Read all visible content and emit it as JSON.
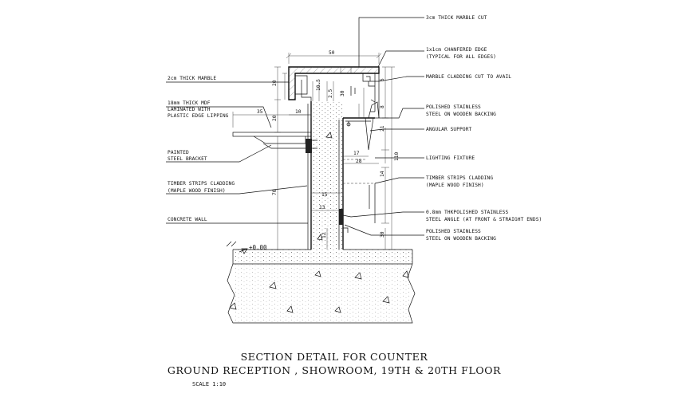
{
  "callouts_right": {
    "marble_cut": "3cm THICK MARBLE CUT",
    "chamfer_1": "1x1cm CHANFERED EDGE",
    "chamfer_2": "(TYPICAL FOR ALL EDGES)",
    "cladding_cut": "MARBLE CLADDING CUT TO AVAIL",
    "polished_1a": "POLISHED STAINLESS",
    "polished_1b": "STEEL ON WOODEN BACKING",
    "angular": "ANGULAR SUPPORT",
    "lighting": "LIGHTING FIXTURE",
    "timber_r1": "TIMBER STRIPS CLADDING",
    "timber_r2": "(MAPLE WOOD FINISH)",
    "angle_1": "0.8mm THKPOLISHED STAINLESS",
    "angle_2": "STEEL ANGLE (AT FRONT & STRAIGHT ENDS)",
    "polished_2a": "POLISHED  STAINLESS",
    "polished_2b": "STEEL ON WOODEN BACKING"
  },
  "callouts_left": {
    "marble_2cm": "2cm THICK MARBLE",
    "mdf_1": "18mm THICK MDF",
    "mdf_2": "LAMINATED WITH",
    "mdf_3": "PLASTIC EDGE LIPPING",
    "bracket_1": "PAINTED",
    "bracket_2": "STEEL BRACKET",
    "timber_l1": "TIMBER STRIPS CLADDING",
    "timber_l2": "(MAPLE WOOD FINISH)",
    "concrete": "CONCRETE WALL"
  },
  "dimensions": {
    "top_width": "50",
    "marble_h": "10.5",
    "d20a": "20",
    "d25": "2.5",
    "d30": "30",
    "d35": "35",
    "d10": "10",
    "d15": "15",
    "d17": "17",
    "d28": "28",
    "d13": "13",
    "d12": "12",
    "d20b": "20",
    "d70": "70",
    "d110": "110",
    "d5": "5",
    "d8": "8",
    "d21": "21",
    "d14": "14",
    "d30b": "30",
    "level": "+0.00"
  },
  "title": {
    "line1": "SECTION DETAIL FOR  COUNTER",
    "line2": "GROUND RECEPTION , SHOWROOM, 19TH & 20TH FLOOR",
    "scale": "SCALE 1:10"
  }
}
